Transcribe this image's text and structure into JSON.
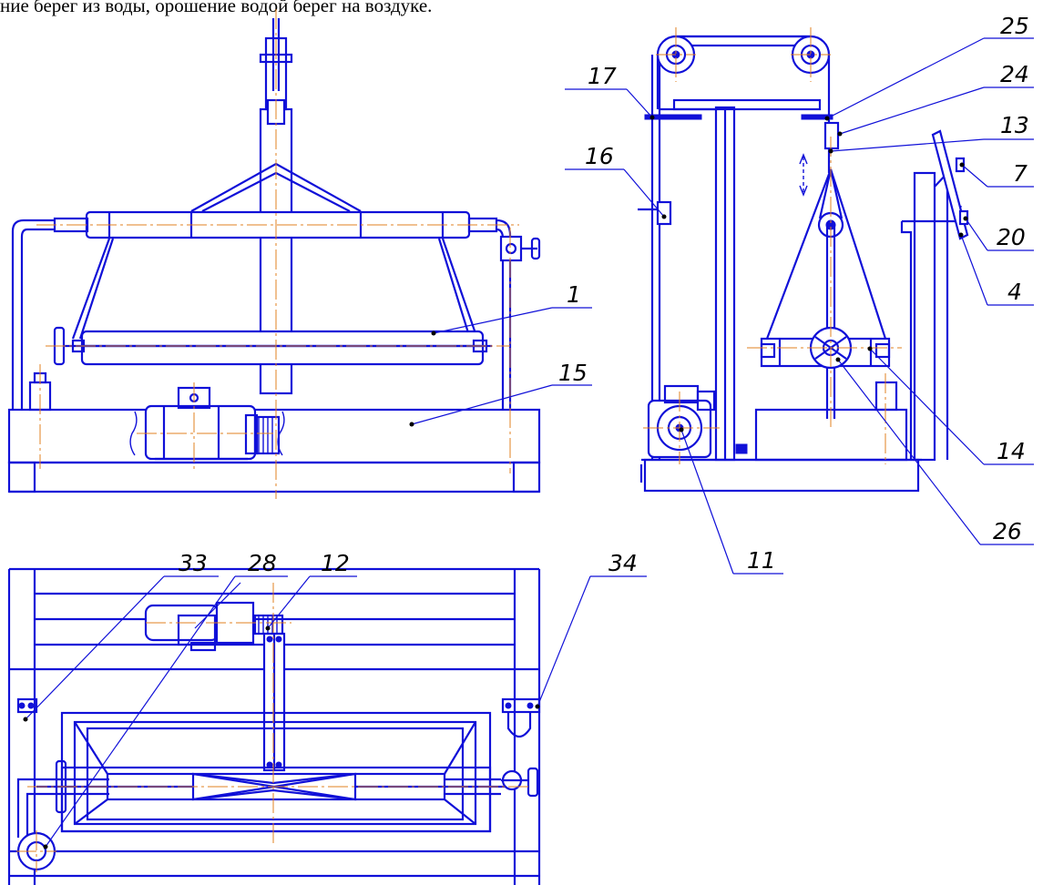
{
  "caption": "ние берег из воды, орошение водой берег на воздуке.",
  "colors": {
    "line": "#1010d8",
    "axis": "#e08020",
    "leader": "#1010d8",
    "text": "#000000"
  },
  "labels": {
    "l1": "1",
    "l15": "15",
    "l17": "17",
    "l16": "16",
    "l25": "25",
    "l24": "24",
    "l13": "13",
    "l7": "7",
    "l20": "20",
    "l4": "4",
    "l14": "14",
    "l26": "26",
    "l11": "11",
    "l33": "33",
    "l28": "28",
    "l12": "12",
    "l34": "34"
  }
}
